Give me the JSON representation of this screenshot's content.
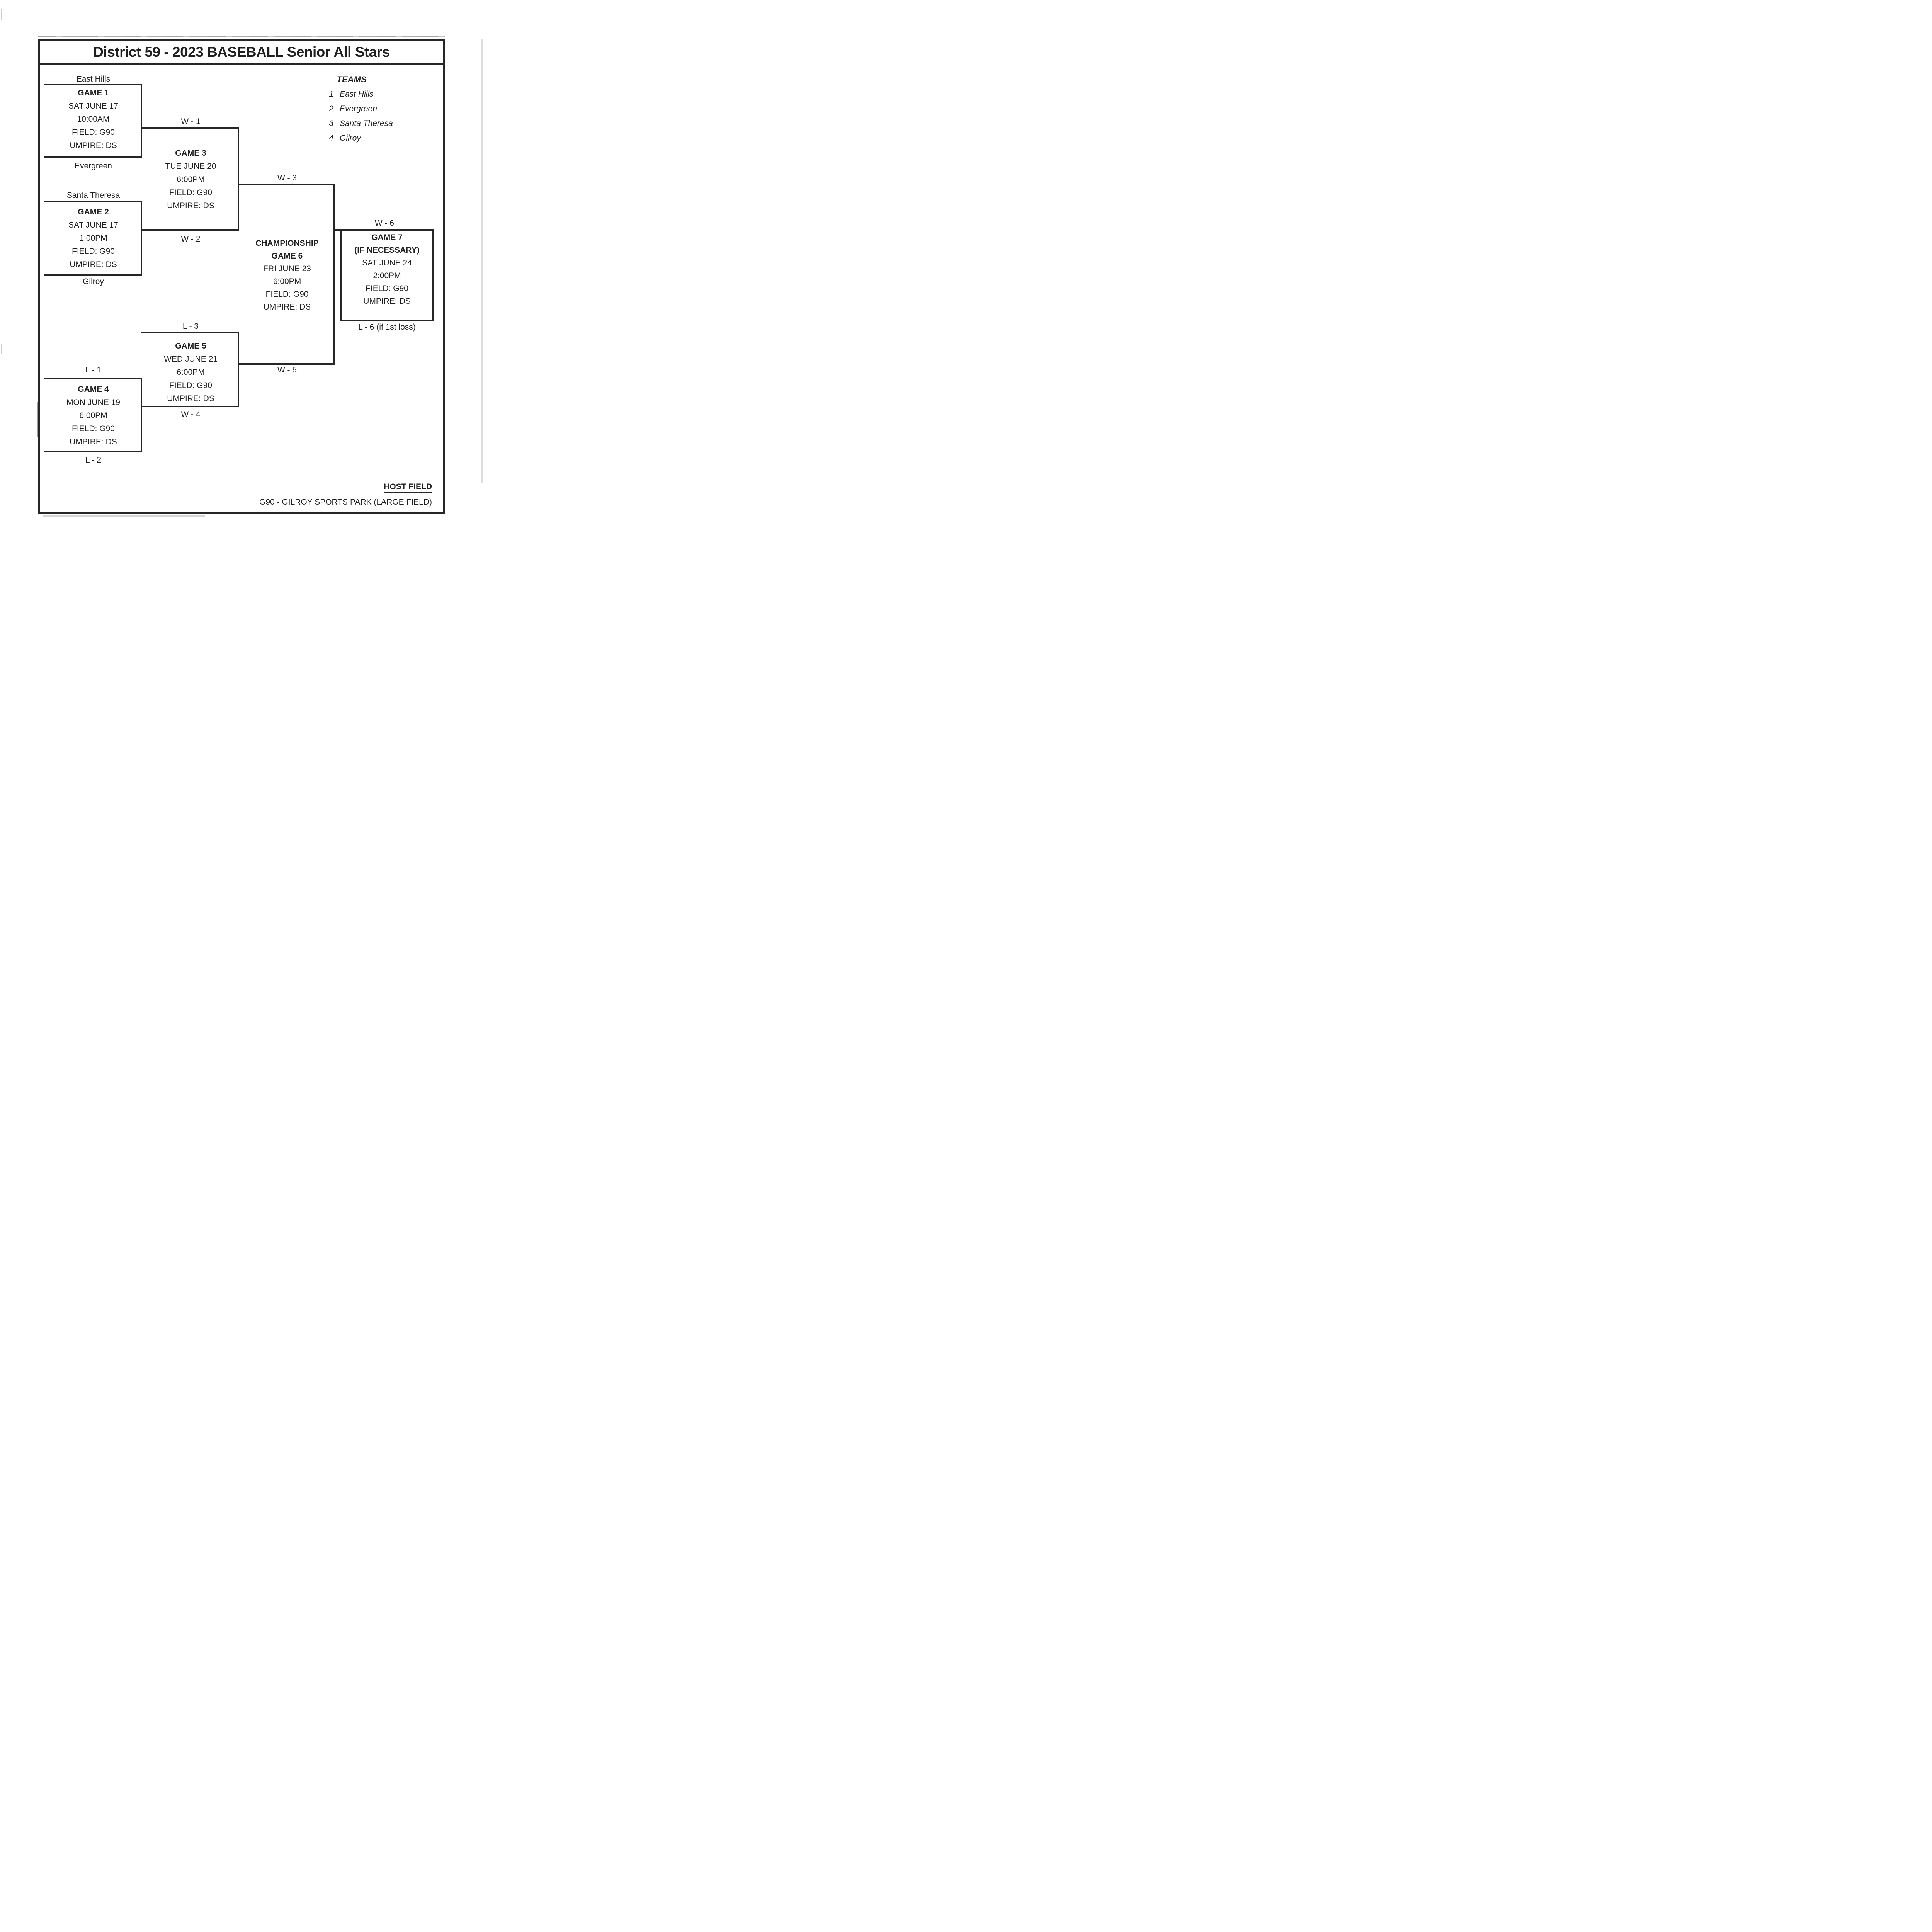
{
  "page": {
    "title": "District 59 - 2023 BASEBALL Senior All Stars",
    "ink_color": "#262626",
    "paper_color": "#ffffff"
  },
  "teams_legend": {
    "heading": "TEAMS",
    "rows": [
      {
        "seed": "1",
        "name": "East Hills"
      },
      {
        "seed": "2",
        "name": "Evergreen"
      },
      {
        "seed": "3",
        "name": "Santa Theresa"
      },
      {
        "seed": "4",
        "name": "Gilroy"
      }
    ]
  },
  "bracket": {
    "slots": {
      "game1_top": "East Hills",
      "game1_bottom": "Evergreen",
      "game2_top": "Santa Theresa",
      "game2_bottom": "Gilroy",
      "game3_top": "W - 1",
      "game3_bottom": "W - 2",
      "game4_top": "L - 1",
      "game4_bottom": "L - 2",
      "game5_top": "L - 3",
      "game5_bottom": "W - 4",
      "game6_top": "W - 3",
      "game6_bottom": "W - 5",
      "game7_top": "W - 6",
      "game7_bottom": "L - 6 (if 1st loss)"
    },
    "games": [
      {
        "name": "GAME 1",
        "date": "SAT JUNE 17",
        "time": "10:00AM",
        "field": "FIELD: G90",
        "umpire": "UMPIRE: DS"
      },
      {
        "name": "GAME 2",
        "date": "SAT JUNE 17",
        "time": "1:00PM",
        "field": "FIELD: G90",
        "umpire": "UMPIRE: DS"
      },
      {
        "name": "GAME 3",
        "date": "TUE JUNE 20",
        "time": "6:00PM",
        "field": "FIELD: G90",
        "umpire": "UMPIRE: DS"
      },
      {
        "name": "GAME 4",
        "date": "MON JUNE 19",
        "time": "6:00PM",
        "field": "FIELD: G90",
        "umpire": "UMPIRE: DS"
      },
      {
        "name": "GAME 5",
        "date": "WED JUNE 21",
        "time": "6:00PM",
        "field": "FIELD: G90",
        "umpire": "UMPIRE: DS"
      },
      {
        "heading": "CHAMPIONSHIP",
        "name": "GAME 6",
        "date": "FRI JUNE 23",
        "time": "6:00PM",
        "field": "FIELD: G90",
        "umpire": "UMPIRE: DS"
      },
      {
        "name": "GAME 7",
        "note": "(IF NECESSARY)",
        "date": "SAT JUNE 24",
        "time": "2:00PM",
        "field": "FIELD: G90",
        "umpire": "UMPIRE: DS"
      }
    ]
  },
  "host_field": {
    "heading": "HOST FIELD",
    "detail": "G90 - GILROY SPORTS PARK (LARGE FIELD)"
  }
}
